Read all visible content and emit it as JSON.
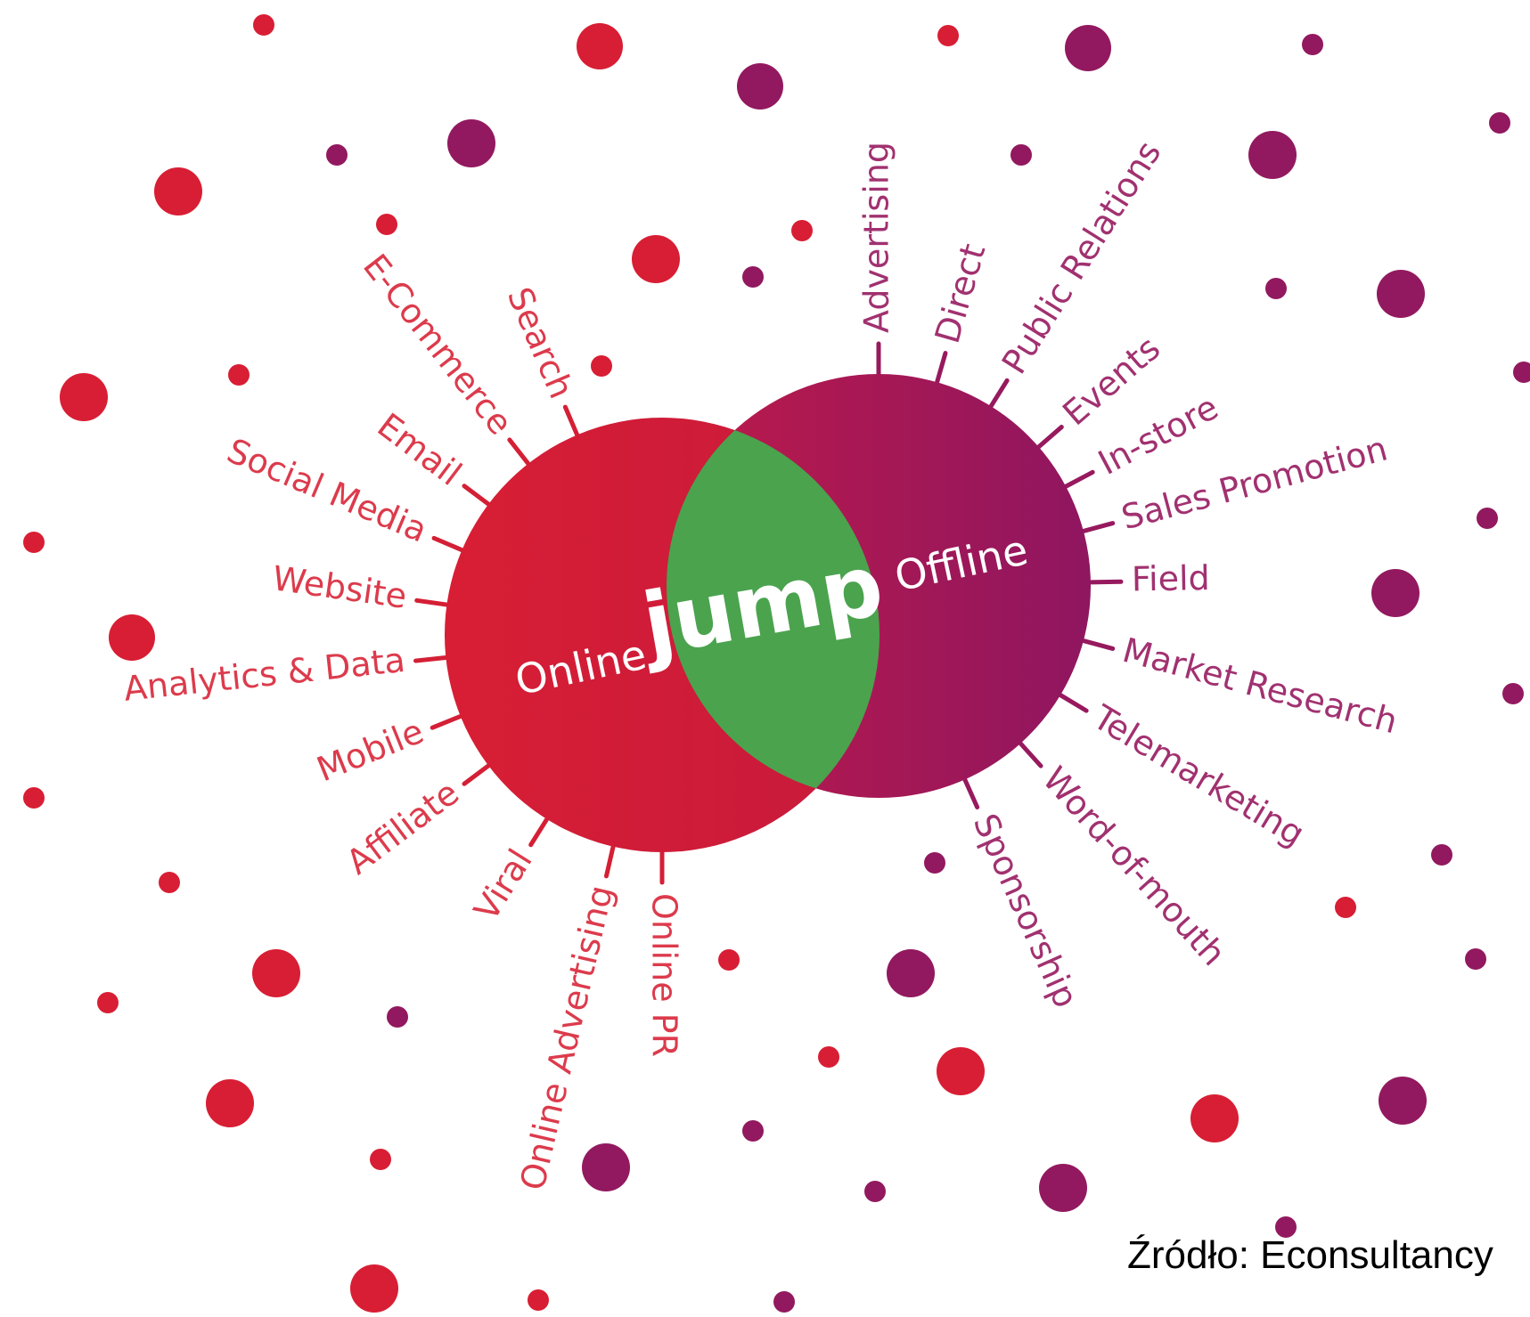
{
  "colors": {
    "online": "#d41f35",
    "offline": "#97195e",
    "overlap": "#4ba34e",
    "online_label": "#dc3b4c",
    "offline_label": "#a13170"
  },
  "logo": "jump",
  "online": {
    "title": "Online",
    "channels": [
      "Search",
      "E-Commerce",
      "Email",
      "Social Media",
      "Website",
      "Analytics & Data",
      "Mobile",
      "Affiliate",
      "Viral",
      "Online Advertising",
      "Online PR"
    ]
  },
  "offline": {
    "title": "Offline",
    "channels": [
      "Advertising",
      "Direct",
      "Public Relations",
      "Events",
      "In-store",
      "Sales Promotion",
      "Field",
      "Market Research",
      "Telemarketing",
      "Word-of-mouth",
      "Sponsorship"
    ]
  },
  "source": "Źródło: Econsultancy"
}
